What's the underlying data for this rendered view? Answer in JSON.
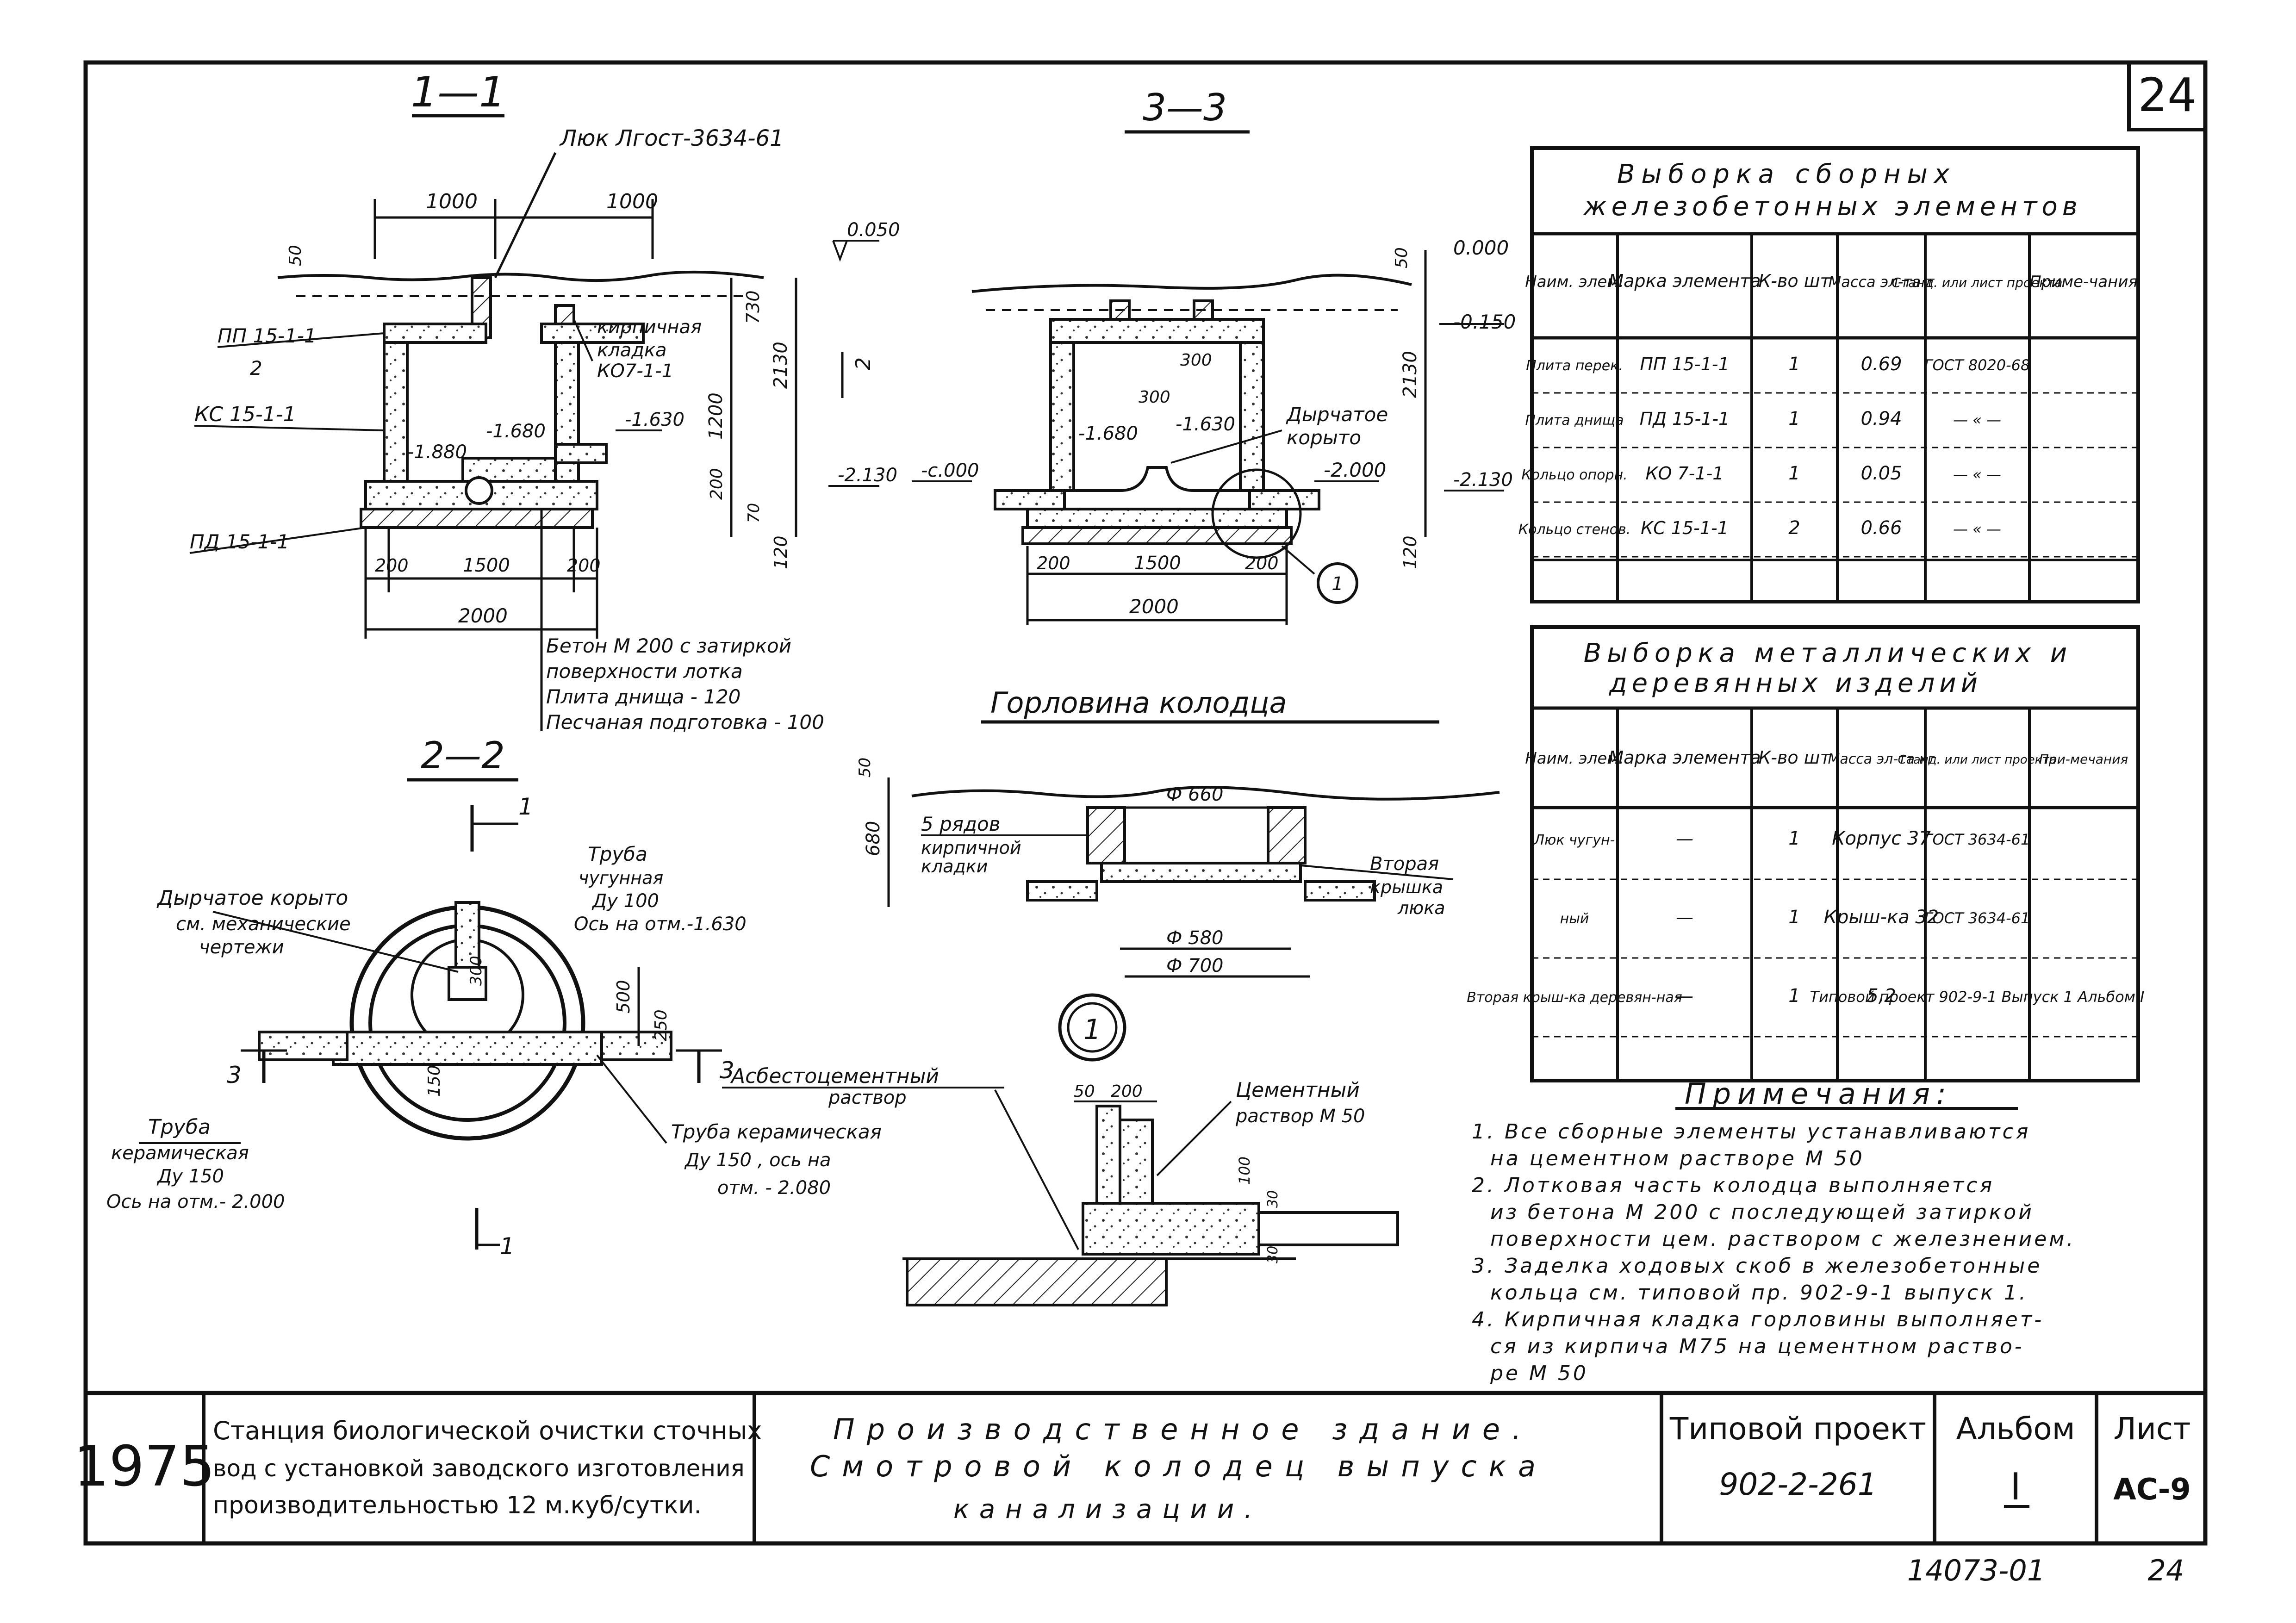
{
  "sheet": {
    "number_corner": "24",
    "bottom_code": "14073-01",
    "bottom_page": "24"
  },
  "section_1_1": {
    "title": "1—1",
    "hatch_label": "Люк Лгост-3634-61",
    "dim_top_left": "1000",
    "dim_top_right": "1000",
    "dim_50": "50",
    "elev_0050": "0.050",
    "label_pp": "ПП 15-1-1",
    "label_2": "2",
    "label_brick": "кирпичная",
    "label_brick2": "кладка",
    "label_ko": "КО7-1-1",
    "label_kc": "КС 15-1-1",
    "elev_1880": "-1.880",
    "elev_1680": "-1.680",
    "elev_1630": "-1.630",
    "elev_2130": "-2.130",
    "label_pd": "ПД 15-1-1",
    "dim_730": "730",
    "dim_2130": "2130",
    "dim_1200": "1200",
    "dim_200": "200",
    "dim_70": "70",
    "dim_120": "120",
    "dim_200a": "200",
    "dim_1500": "1500",
    "dim_200b": "200",
    "dim_2000": "2000",
    "mark_2": "2",
    "note_lines": [
      "Бетон М 200 с затиркой",
      "поверхности лотка",
      "Плита днища - 120",
      "Песчаная подготовка - 100"
    ]
  },
  "section_3_3": {
    "title": "3—3",
    "dim_50": "50",
    "elev_0000": "0.000",
    "elev_0150": "-0.150",
    "dim_2130": "2130",
    "dim_300a": "300",
    "dim_300b": "300",
    "elev_1680": "-1.680",
    "elev_1630": "-1.630",
    "label_trough": "Дырчатое",
    "label_trough2": "корыто",
    "elev_2000": "-2.000",
    "elev_c000": "-с.000",
    "elev_2130": "-2.130",
    "dim_120": "120",
    "dim_200a": "200",
    "dim_1500": "1500",
    "dim_200b": "200",
    "dim_2000": "2000",
    "callout": "1"
  },
  "neck": {
    "title": "Горловина колодца",
    "dim_50": "50",
    "dim_680": "680",
    "phi_660": "Ф 660",
    "rows_label": "5 рядов",
    "rows_label2": "кирпичной",
    "rows_label3": "кладки",
    "second_lid": "Вторая",
    "second_lid2": "крышка",
    "second_lid3": "люка",
    "phi_580": "Ф 580",
    "phi_700": "Ф 700"
  },
  "section_2_2": {
    "title": "2—2",
    "mark_top": "1",
    "mark_bottom": "1",
    "pipe_in_1": "Труба",
    "pipe_in_2": "чугунная",
    "pipe_in_3": "Ду 100",
    "pipe_in_4": "Ось на отм.-1.630",
    "trough_1": "Дырчатое корыто",
    "trough_2": "см. механические",
    "trough_3": "чертежи",
    "dim_300": "300",
    "dim_500": "500",
    "dim_250": "250",
    "dim_150": "150",
    "mark_3_left": "3",
    "mark_3_right": "3",
    "pipe_out_1": "Труба",
    "pipe_out_2": "керамическая",
    "pipe_out_3": "Ду 150",
    "pipe_out_4": "Ось на отм.- 2.000",
    "ceramic_1": "Труба керамическая",
    "ceramic_2": "Ду 150 , ось на",
    "ceramic_3": "отм. - 2.080"
  },
  "detail_1": {
    "callout": "1",
    "asbestos_1": "Асбестоцементный",
    "asbestos_2": "раствор",
    "dim_50": "50",
    "dim_200": "200",
    "cement_1": "Цементный",
    "cement_2": "раствор М 50",
    "dim_100": "100",
    "dim_30a": "30",
    "dim_30b": "30"
  },
  "table1": {
    "title_1": "Выборка сборных",
    "title_2": "железобетонных элементов",
    "headers": [
      "Наим. элем.",
      "Марка элемента",
      "К-во шт",
      "Масса эл-та т",
      "Станд. или лист проекта",
      "Приме-чания"
    ],
    "rows": [
      [
        "Плита перек.",
        "ПП 15-1-1",
        "1",
        "0.69",
        "ГОСТ 8020-68",
        ""
      ],
      [
        "Плита днища",
        "ПД 15-1-1",
        "1",
        "0.94",
        "— « —",
        ""
      ],
      [
        "Кольцо опорн.",
        "КО 7-1-1",
        "1",
        "0.05",
        "— « —",
        ""
      ],
      [
        "Кольцо стенов.",
        "КС 15-1-1",
        "2",
        "0.66",
        "— « —",
        ""
      ]
    ]
  },
  "table2": {
    "title_1": "Выборка металлических и",
    "title_2": "деревянных изделий",
    "headers": [
      "Наим. элем.",
      "Марка элемента",
      "К-во шт",
      "Масса эл-та кг",
      "Станд. или лист проекта",
      "При-мечания"
    ],
    "rows": [
      [
        "Люк чугун-",
        "—",
        "1",
        "Корпус 37",
        "ГОСТ 3634-61",
        ""
      ],
      [
        "ный",
        "—",
        "1",
        "Крыш-ка 32",
        "ГОСТ 3634-61",
        ""
      ],
      [
        "Вторая крыш-ка деревян-ная",
        "—",
        "1",
        "5,2",
        "Типовой проект 902-9-1 Выпуск 1 Альбом I",
        ""
      ]
    ]
  },
  "notes": {
    "title": "Примечания:",
    "lines": [
      "1. Все сборные элементы устанавливаются",
      "на цементном растворе М 50",
      "2. Лотковая часть колодца выполняется",
      "из бетона М 200 с последующей затиркой",
      "поверхности цем. раствором с железнением.",
      "3. Заделка ходовых скоб в железобетонные",
      "кольца см. типовой пр. 902-9-1 выпуск 1.",
      "4. Кирпичная кладка горловины выполняет-",
      "ся из кирпича М75 на цементном раство-",
      "ре М 50"
    ]
  },
  "title_block": {
    "year": "1975",
    "station_lines": [
      "Станция биологической очистки сточных",
      "вод с установкой заводского изготовления",
      "производительностью 12 м.куб/сутки."
    ],
    "drawing_lines": [
      "Производственное здание.",
      "Смотровой колодец выпуска",
      "канализации."
    ],
    "project_label": "Типовой проект",
    "project_no": "902-2-261",
    "album_label": "Альбом",
    "album_no": "I",
    "sheet_label": "Лист",
    "sheet_no": "АС-9"
  }
}
